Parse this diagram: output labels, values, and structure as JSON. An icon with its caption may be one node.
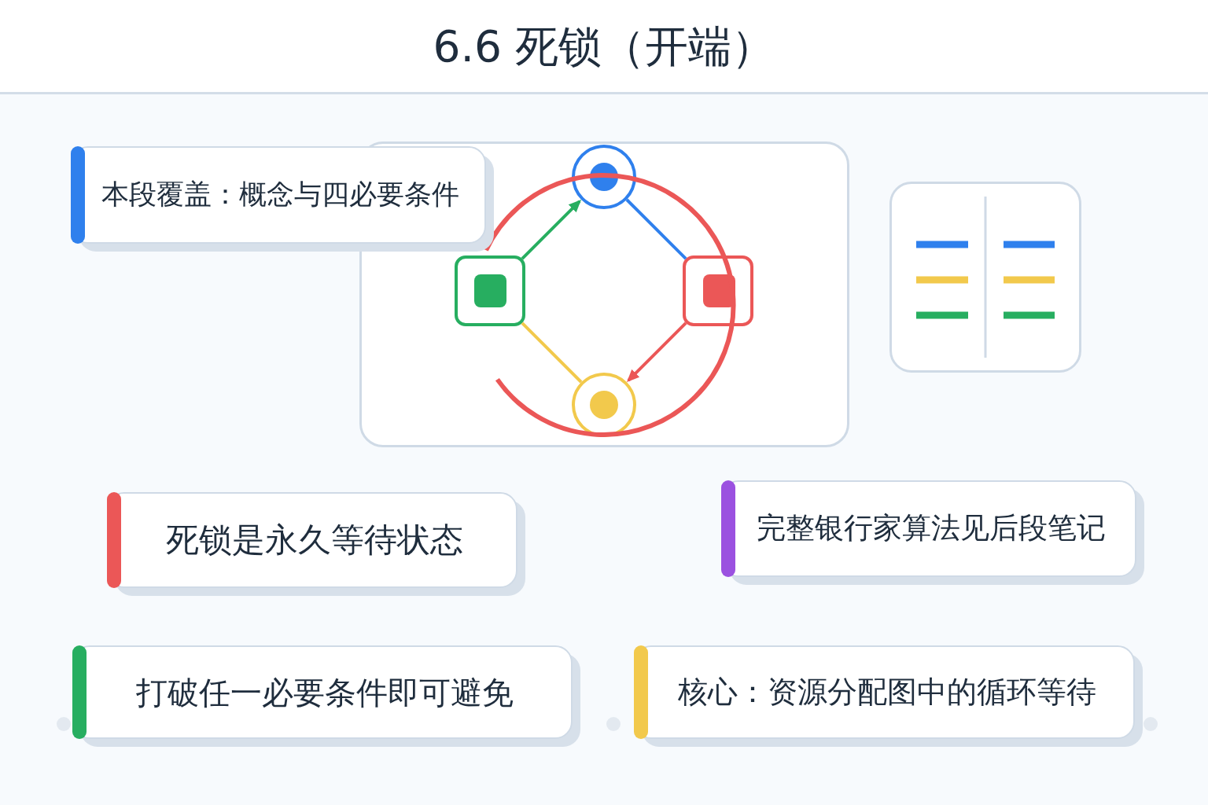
{
  "diagram": {
    "title": "6.6 死锁（开端）",
    "nodes": [
      {
        "text": [
          "本段覆盖：概念与四必要条件"
        ]
      },
      {
        "text": [],
        "shape": "box"
      },
      {
        "text": [],
        "shape": "circle",
        "in": 1
      },
      {
        "text": [],
        "shape": "box",
        "in": 1
      },
      {
        "text": [],
        "shape": "box",
        "in": 1
      },
      {
        "text": [],
        "shape": "circle",
        "in": 1
      },
      {
        "text": [],
        "shape": "picture"
      },
      {
        "text": [
          "死锁是永久等待状态"
        ]
      },
      {
        "text": [
          "完整银行家算法见后段笔记"
        ]
      },
      {
        "text": [
          "打破任一必要条件即可避免"
        ]
      },
      {
        "text": [
          "核心：资源分配图中的循环等待"
        ]
      }
    ],
    "edges": [
      {
        "from": 3,
        "to": 2,
        "arrow": "to",
        "color": "#27ae60"
      },
      {
        "from": 2,
        "to": 4,
        "arrow": "none",
        "color": "#2f80ed"
      },
      {
        "from": 4,
        "to": 5,
        "arrow": "to",
        "color": "#eb5757"
      },
      {
        "from": 5,
        "to": 3,
        "arrow": "none",
        "color": "#f2c94c"
      }
    ]
  }
}
